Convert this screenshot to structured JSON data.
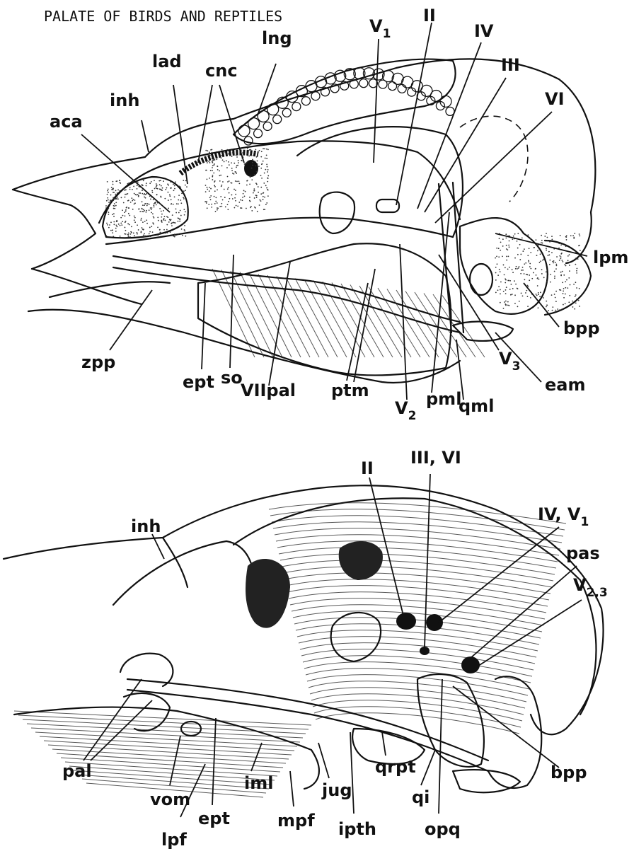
{
  "header": {
    "title": "PALATE OF BIRDS AND REPTILES"
  },
  "top_labels": {
    "V1": "V",
    "V1_sub": "1",
    "II": "II",
    "IV": "IV",
    "III": "III",
    "VI": "VI",
    "lng": "lng",
    "lad": "lad",
    "cnc": "cnc",
    "inh": "inh",
    "aca": "aca",
    "lpm": "lpm",
    "bpp": "bpp",
    "eam": "eam",
    "V3": "V",
    "V3_sub": "3",
    "qml": "qml",
    "pml": "pml",
    "V2": "V",
    "V2_sub": "2",
    "ptm": "ptm",
    "VIIpal": "VIIpal",
    "so": "so",
    "ept": "ept",
    "zpp": "zpp"
  },
  "bottom_labels": {
    "II": "II",
    "III_VI": "III, VI",
    "IV_V1": "IV, V",
    "IV_V1_sub": "1",
    "pas": "pas",
    "V23": "V",
    "V23_sub": "2,3",
    "inh": "inh",
    "bpp": "bpp",
    "pal": "pal",
    "vom": "vom",
    "iml": "iml",
    "jug": "jug",
    "qrpt": "qrpt",
    "qi": "qi",
    "ept": "ept",
    "mpf": "mpf",
    "ipth": "ipth",
    "opq": "opq",
    "lpf": "lpf"
  }
}
